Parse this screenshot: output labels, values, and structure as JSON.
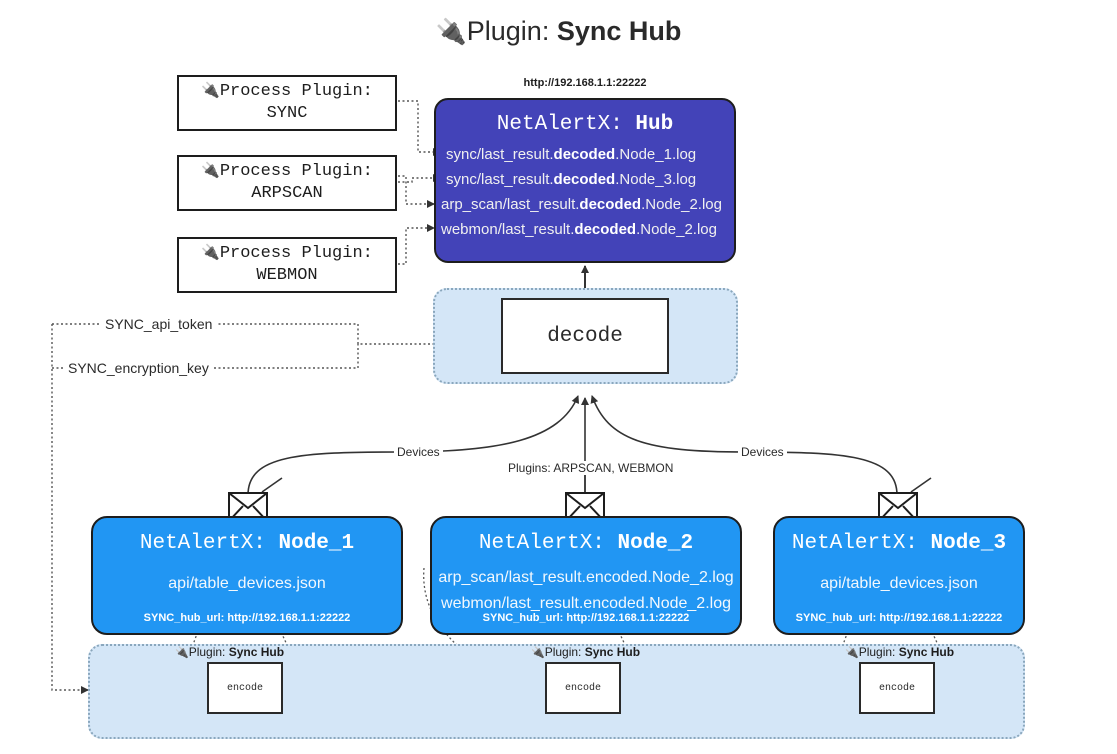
{
  "title": {
    "icon": "plug-icon",
    "glyph": "🔌",
    "prefix": "Plugin: ",
    "name": "Sync Hub"
  },
  "colors": {
    "hub_fill": "#4343b8",
    "node_fill": "#2196f3",
    "container_fill": "#d4e6f7",
    "container_border": "#8aa7bd",
    "stroke": "#1d1d1d"
  },
  "process_plugins": [
    {
      "glyph": "🔌",
      "line1": "Process Plugin:",
      "line2": "SYNC"
    },
    {
      "glyph": "🔌",
      "line1": "Process Plugin:",
      "line2": "ARPSCAN"
    },
    {
      "glyph": "🔌",
      "line1": "Process Plugin:",
      "line2": "WEBMON"
    }
  ],
  "hub": {
    "url": "http://192.168.1.1:22222",
    "title_prefix": "NetAlertX: ",
    "title_name": "Hub",
    "logs": [
      {
        "pre": "sync/last_result.",
        "mid": "decoded",
        "post": ".Node_1.log"
      },
      {
        "pre": "sync/last_result.",
        "mid": "decoded",
        "post": ".Node_3.log"
      },
      {
        "pre": "arp_scan/last_result.",
        "mid": "decoded",
        "post": ".Node_2.log"
      },
      {
        "pre": "webmon/last_result.",
        "mid": "decoded",
        "post": ".Node_2.log"
      }
    ]
  },
  "decode": {
    "label": "decode"
  },
  "tokens": {
    "api_token": "SYNC_api_token",
    "encryption_key": "SYNC_encryption_key"
  },
  "edge_labels": {
    "devices_left": "Devices",
    "devices_right": "Devices",
    "plugins_middle": "Plugins: ARPSCAN, WEBMON"
  },
  "nodes": [
    {
      "title_prefix": "NetAlertX: ",
      "title_name": "Node_1",
      "lines": [
        "api/table_devices.json"
      ],
      "hub_url_label": "SYNC_hub_url: http://192.168.1.1:22222"
    },
    {
      "title_prefix": "NetAlertX: ",
      "title_name": "Node_2",
      "lines": [
        "arp_scan/last_result.encoded.Node_2.log",
        "webmon/last_result.encoded.Node_2.log"
      ],
      "hub_url_label": "SYNC_hub_url: http://192.168.1.1:22222"
    },
    {
      "title_prefix": "NetAlertX: ",
      "title_name": "Node_3",
      "lines": [
        "api/table_devices.json"
      ],
      "hub_url_label": "SYNC_hub_url: http://192.168.1.1:22222"
    }
  ],
  "encoders": [
    {
      "glyph": "🔌",
      "label_prefix": "Plugin: ",
      "label_name": "Sync Hub",
      "box_label": "encode"
    },
    {
      "glyph": "🔌",
      "label_prefix": "Plugin: ",
      "label_name": "Sync Hub",
      "box_label": "encode"
    },
    {
      "glyph": "🔌",
      "label_prefix": "Plugin: ",
      "label_name": "Sync Hub",
      "box_label": "encode"
    }
  ]
}
